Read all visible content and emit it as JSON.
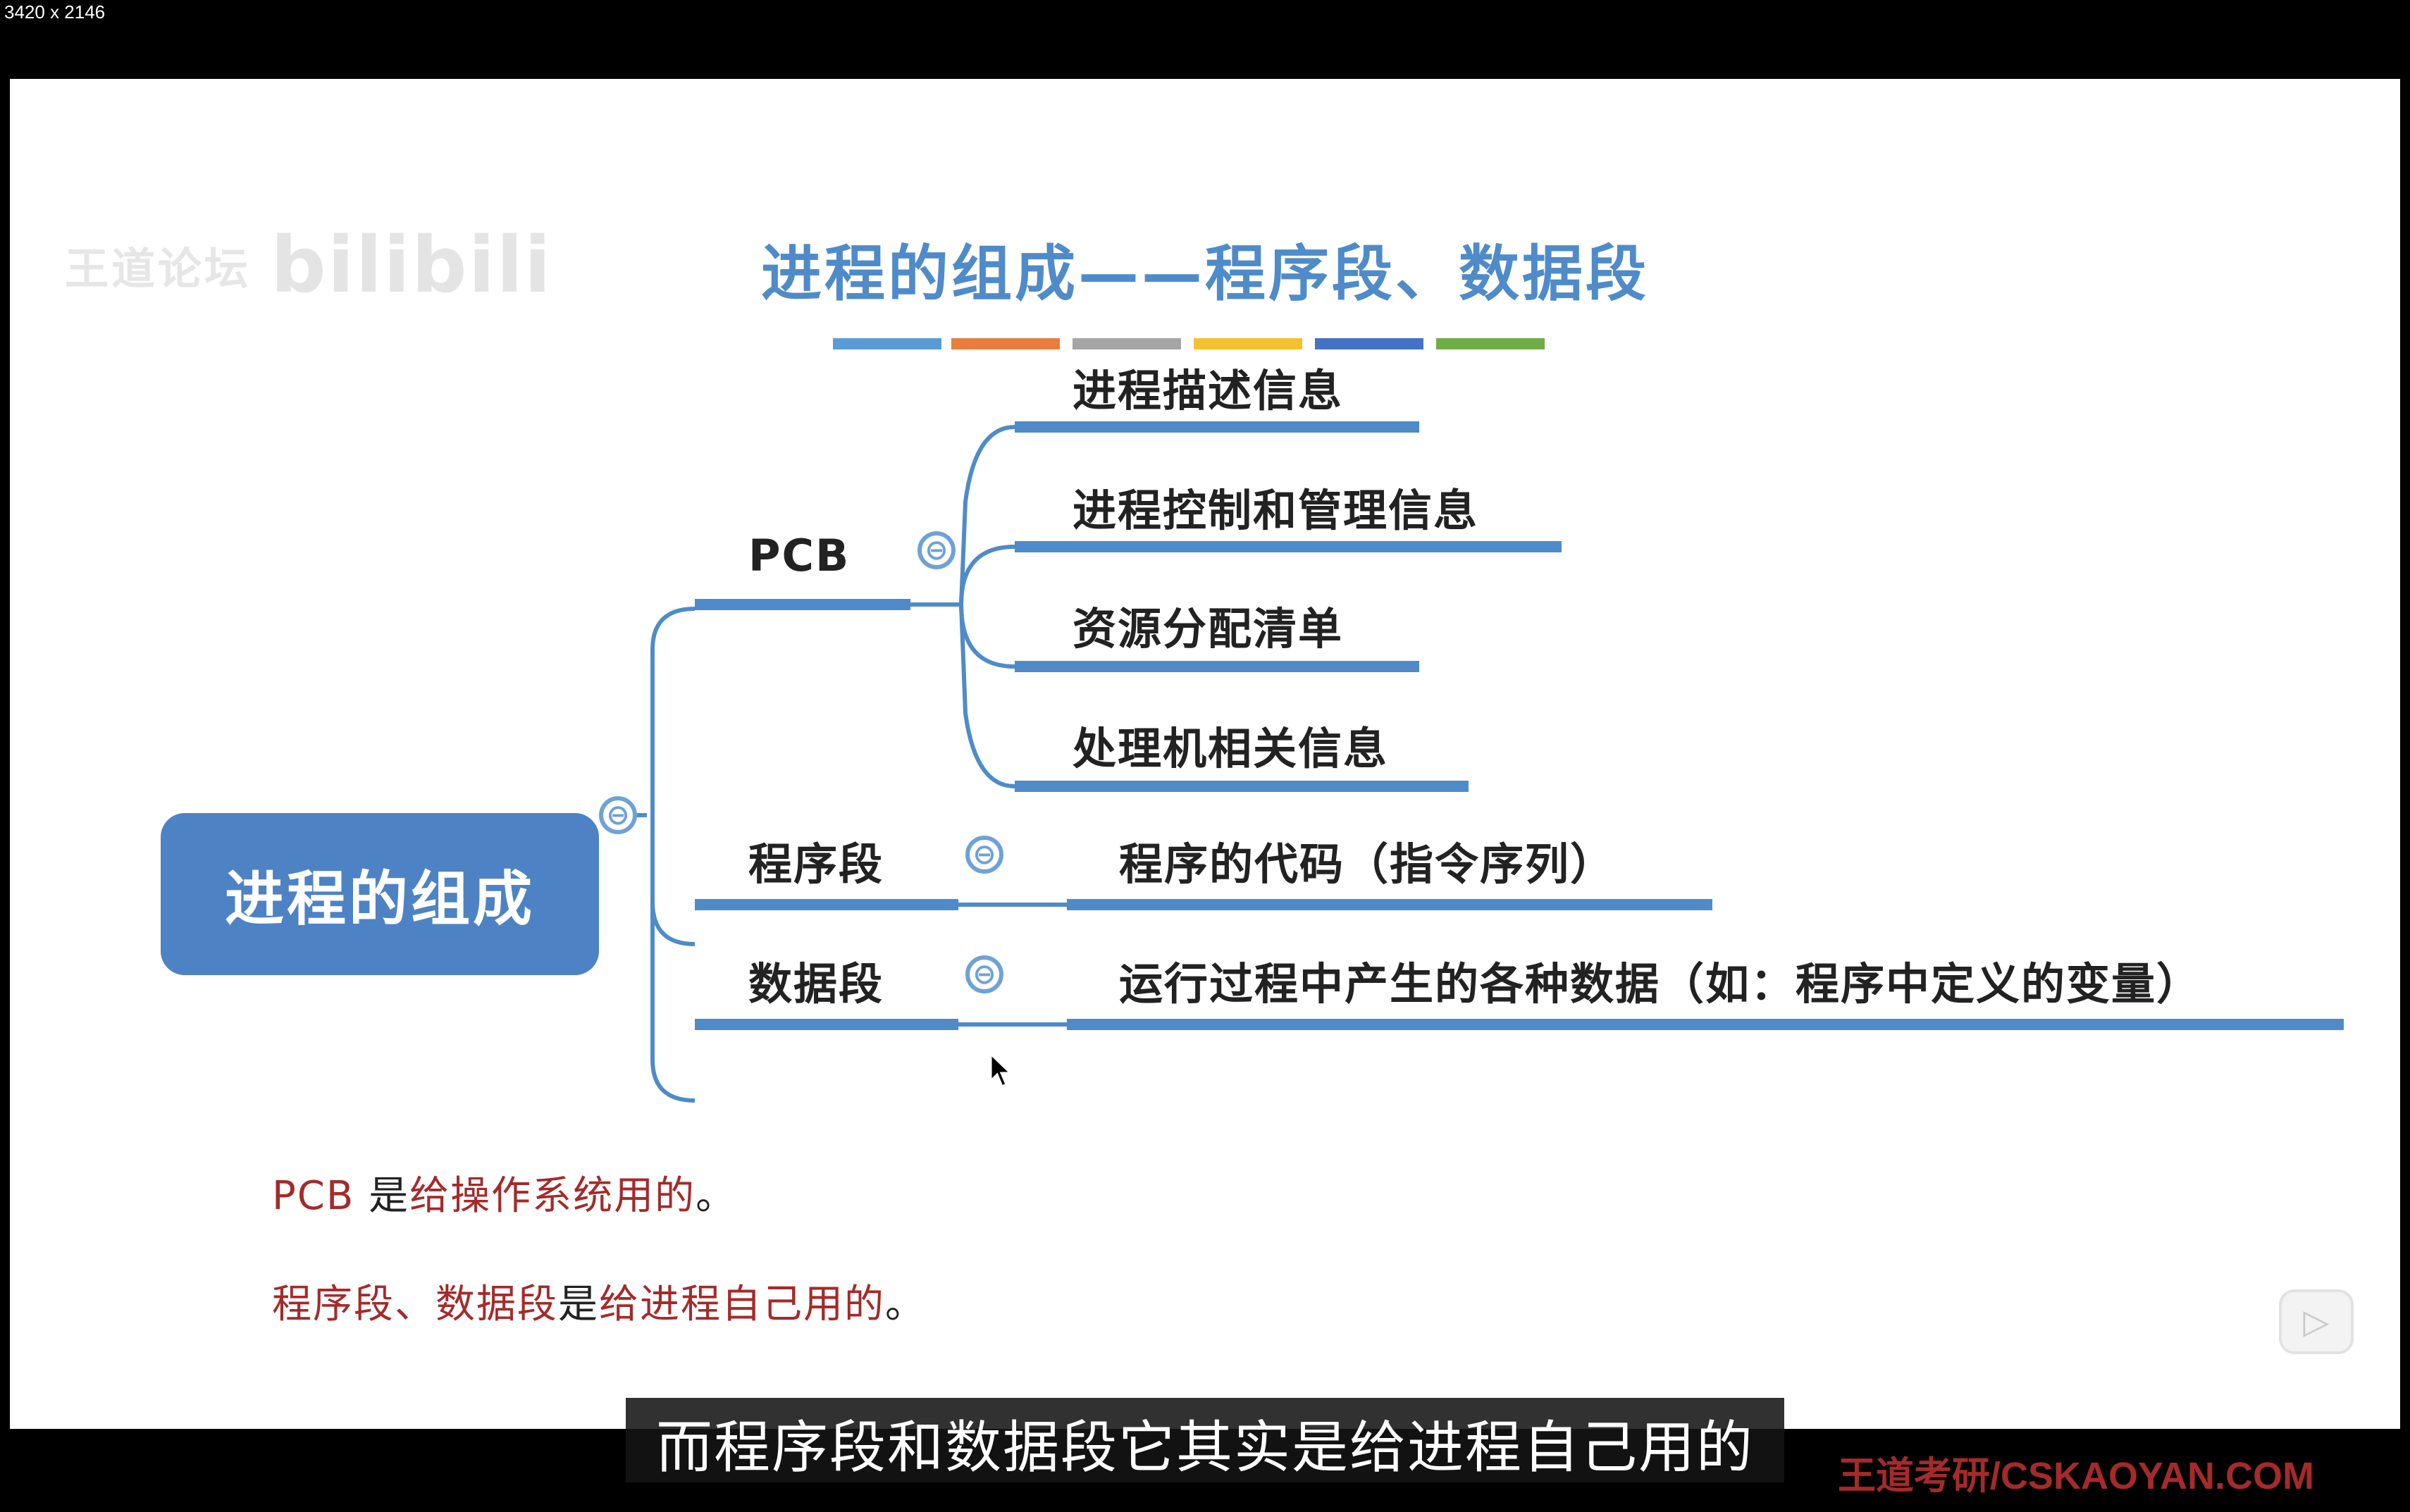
{
  "screen": {
    "dimensions_label": "3420 x 2146"
  },
  "watermark": {
    "site": "王道论坛",
    "platform": "bilibili"
  },
  "slide": {
    "title": "进程的组成——程序段、数据段",
    "title_bar_colors": [
      "#5b9bd5",
      "#e97d3e",
      "#a5a5a5",
      "#f5c12f",
      "#4472c4",
      "#70ad47"
    ]
  },
  "mindmap": {
    "root": "进程的组成",
    "branches": [
      {
        "label": "PCB",
        "children": [
          "进程描述信息",
          "进程控制和管理信息",
          "资源分配清单",
          "处理机相关信息"
        ]
      },
      {
        "label": "程序段",
        "children": [
          "程序的代码（指令序列）"
        ]
      },
      {
        "label": "数据段",
        "children": [
          "运行过程中产生的各种数据（如：程序中定义的变量）"
        ]
      }
    ],
    "collapse_glyph": "⊖"
  },
  "notes": {
    "line1": {
      "a": "PCB",
      "b": " 是",
      "c": "给操作系统用的",
      "d": "。"
    },
    "line2": {
      "a": "程序段、数据段",
      "b": "是",
      "c": "给进程自己用的",
      "d": "。"
    }
  },
  "footer": {
    "brand": "王道考研/CSKAOYAN.COM"
  },
  "video": {
    "subtitle": "而程序段和数据段它其实是给进程自己用的",
    "play_icon": "▷"
  },
  "colors": {
    "accent": "#4f8bc9",
    "root": "#4d83c4",
    "note_red": "#a52a2a"
  }
}
